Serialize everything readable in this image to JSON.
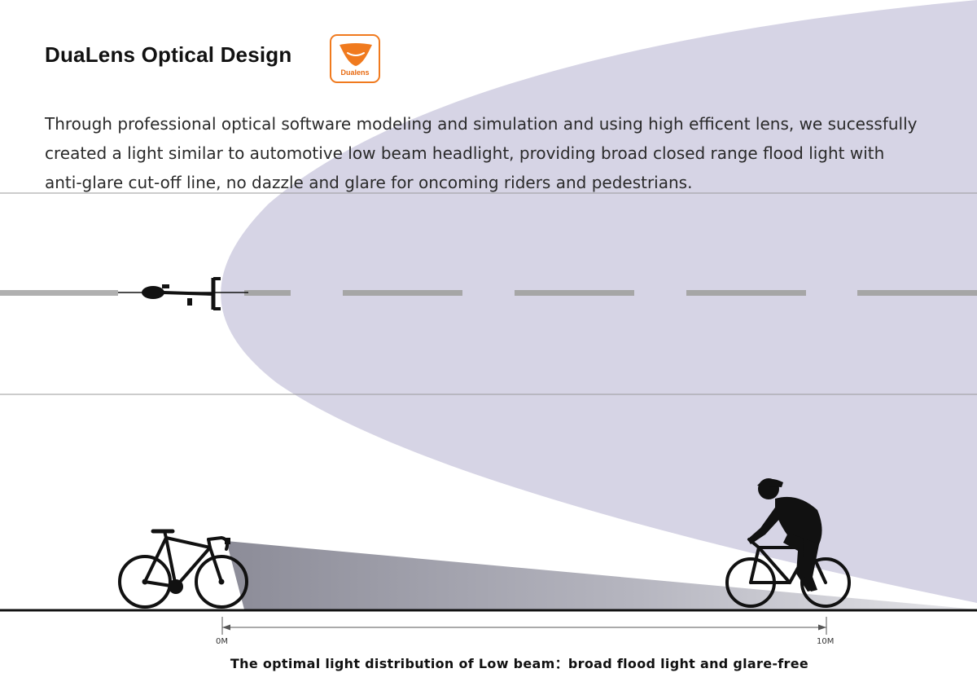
{
  "header": {
    "title": "DuaLens Optical Design",
    "logo_text": "Dualens",
    "logo_color": "#f07a1e"
  },
  "description": {
    "lines": [
      "Through professional optical software modeling and simulation and using high efficent lens, we sucessfully",
      "created a light similar to automotive low beam headlight, providing broad closed range flood light with",
      "anti-glare cut-off line, no dazzle and glare for oncoming riders and pedestrians."
    ]
  },
  "beam_color": "#d6d4e5",
  "distance_scale": {
    "start_label": "0M",
    "end_label": "10M"
  },
  "caption": "The optimal light distribution of Low beam：broad flood light and glare-free"
}
